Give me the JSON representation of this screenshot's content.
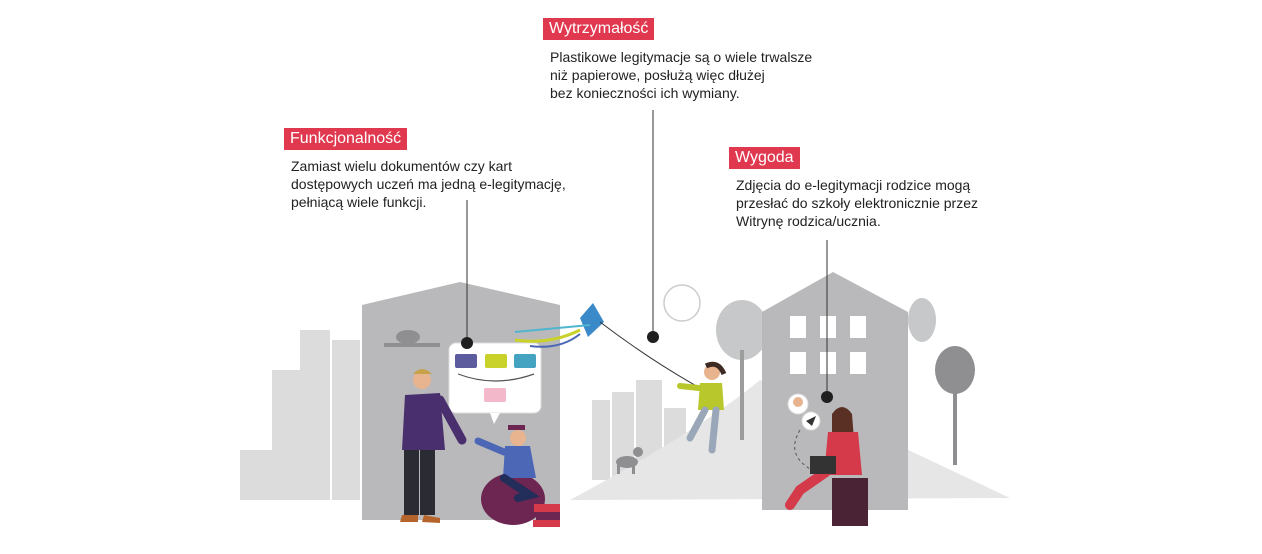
{
  "callouts": [
    {
      "id": "wytrzymalosc",
      "title": "Wytrzymałość",
      "lines": [
        "Plastikowe legitymacje są o wiele trwalsze",
        "niż papierowe, posłużą więc dłużej",
        "bez konieczności ich wymiany."
      ]
    },
    {
      "id": "funkcjonalnosc",
      "title": "Funkcjonalność",
      "lines": [
        "Zamiast wielu dokumentów czy kart",
        "dostępowych uczeń ma jedną e-legitymację,",
        "pełniącą wiele funkcji."
      ]
    },
    {
      "id": "wygoda",
      "title": "Wygoda",
      "lines": [
        "Zdjęcia do e-legitymacji rodzice mogą",
        "przesłać do szkoły elektronicznie przez",
        "Witrynę rodzica/ucznia."
      ]
    }
  ],
  "colors": {
    "accent": "#e0394f",
    "building": "#b9b9bb",
    "background_shapes": "#dcdcdc",
    "text": "#222222"
  }
}
